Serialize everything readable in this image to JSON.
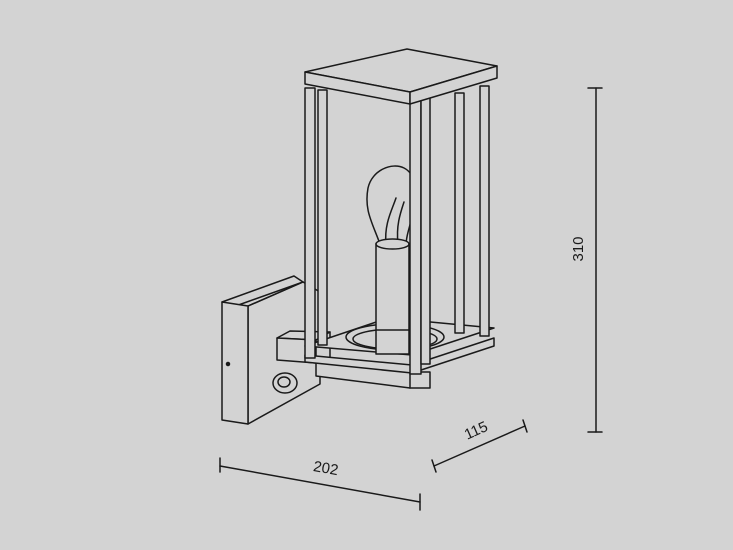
{
  "dimensions": {
    "height": "310",
    "width": "202",
    "depth": "115"
  },
  "colors": {
    "background": "#d3d3d3",
    "line": "#1a1a1a",
    "fill": "#d3d3d3"
  },
  "icons": [
    "wall-lantern-drawing",
    "light-bulb-icon",
    "motion-sensor-icon"
  ]
}
